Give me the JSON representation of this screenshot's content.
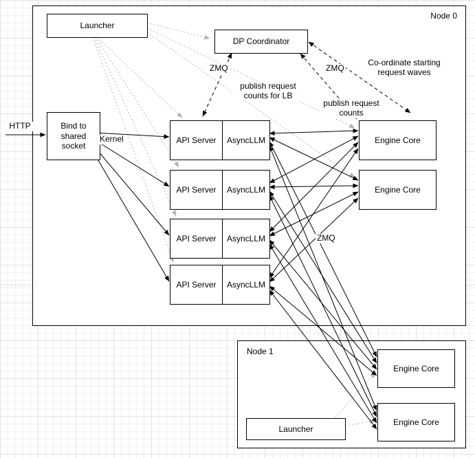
{
  "diagram": {
    "containers": {
      "node0": "Node 0",
      "node1": "Node 1"
    },
    "shapes": {
      "launcher_node0": "Launcher",
      "dp_coordinator": "DP Coordinator",
      "bind_socket": "Bind to shared socket",
      "api_rows": [
        {
          "api": "API Server",
          "llm": "AsyncLLM"
        },
        {
          "api": "API Server",
          "llm": "AsyncLLM"
        },
        {
          "api": "API Server",
          "llm": "AsyncLLM"
        },
        {
          "api": "API Server",
          "llm": "AsyncLLM"
        }
      ],
      "engine_cores_node0": [
        "Engine Core",
        "Engine Core"
      ],
      "engine_cores_node1": [
        "Engine Core",
        "Engine Core"
      ],
      "launcher_node1": "Launcher"
    },
    "edge_labels": {
      "http": "HTTP",
      "kernel": "Kernel",
      "zmq_coordinator_api": "ZMQ",
      "publish_request_counts_lb": "publish request counts for LB",
      "zmq_coordinator_engine": "ZMQ",
      "coordinate_waves": "Co-ordinate starting request waves",
      "publish_request_counts": "publish request counts",
      "zmq_mesh": "ZMQ"
    },
    "colors": {
      "shape_border": "#000000",
      "shape_fill": "#ffffff",
      "launch_edge_gray": "#b3b3b3",
      "grid_minor": "#edf0f3",
      "grid_major": "#dfe4e9"
    }
  }
}
